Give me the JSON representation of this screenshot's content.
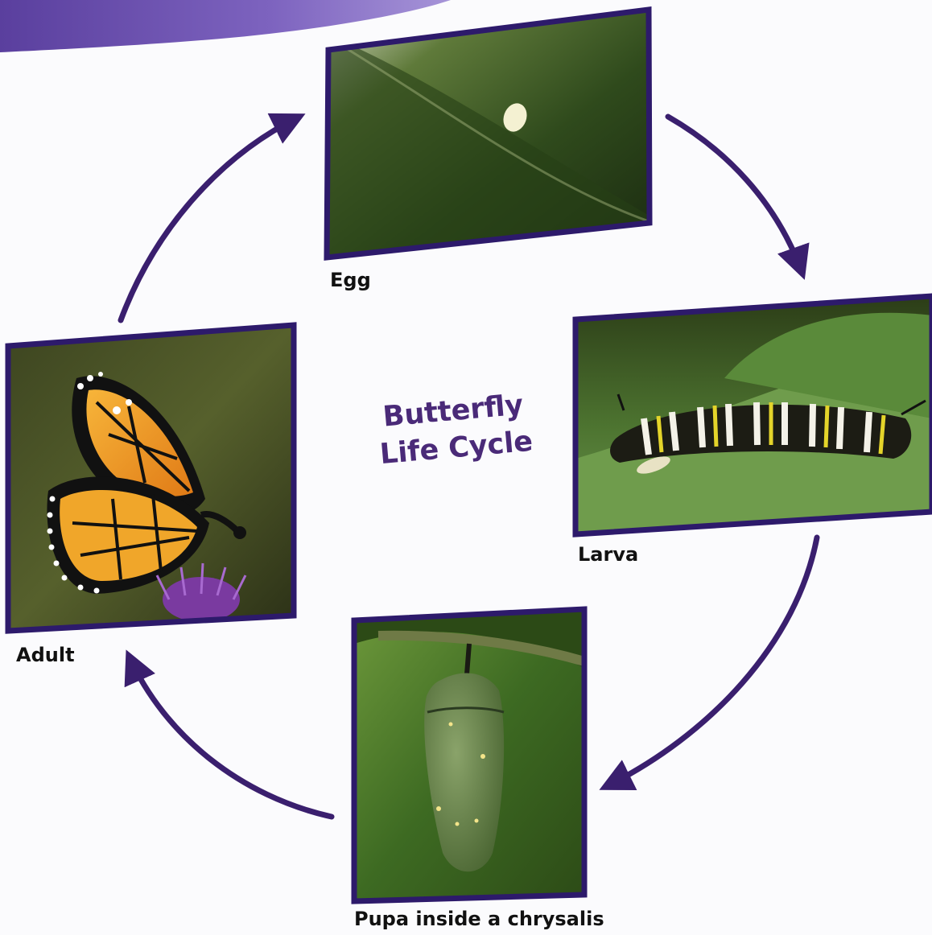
{
  "diagram": {
    "title_line1": "Butterfly",
    "title_line2": "Life Cycle",
    "stages": {
      "egg": {
        "label": "Egg"
      },
      "larva": {
        "label": "Larva"
      },
      "pupa": {
        "label": "Pupa inside a chrysalis"
      },
      "adult": {
        "label": "Adult"
      }
    }
  },
  "colors": {
    "accent": "#3a1f6e",
    "frame": "#2d1a6b",
    "title": "#4a2a78",
    "banner": "#6b4fae"
  }
}
